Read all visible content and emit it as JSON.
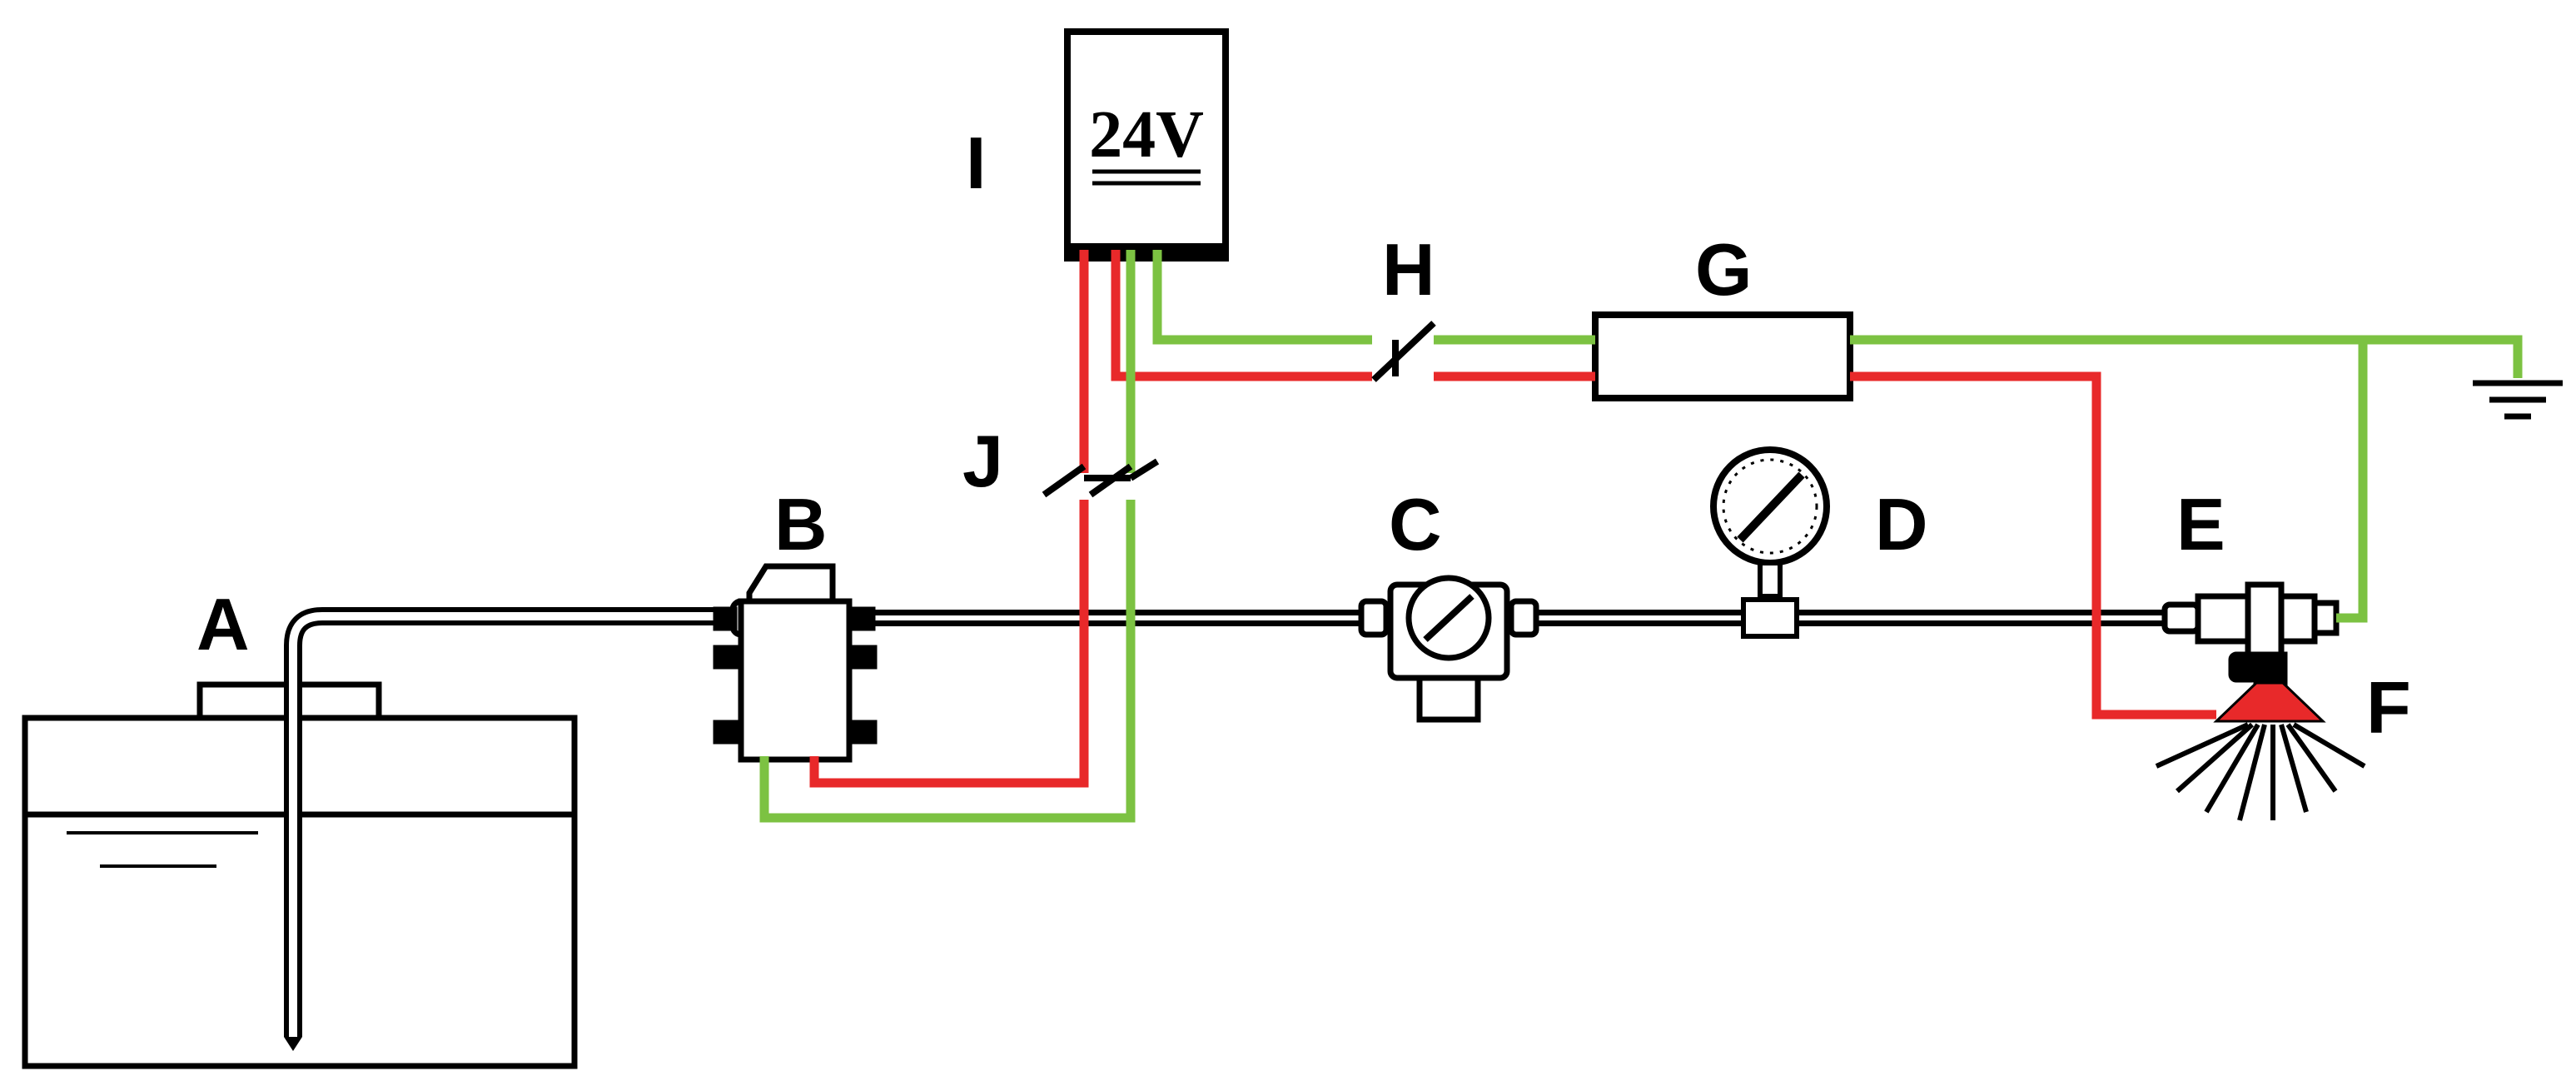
{
  "colors": {
    "positive_wire": "#e8292a",
    "negative_wire": "#7cc242",
    "outline": "#000000",
    "background": "#ffffff"
  },
  "labels": {
    "tank": "A",
    "pump": "B",
    "regulator": "C",
    "gauge": "D",
    "valve": "E",
    "nozzle": "F",
    "controller": "G",
    "switch_h": "H",
    "power_supply": "I",
    "switch_j": "J"
  },
  "power_supply": {
    "voltage": "24V"
  },
  "icons": [
    "ground-icon",
    "pressure-gauge-icon",
    "spray-nozzle-icon",
    "switch-icon"
  ]
}
